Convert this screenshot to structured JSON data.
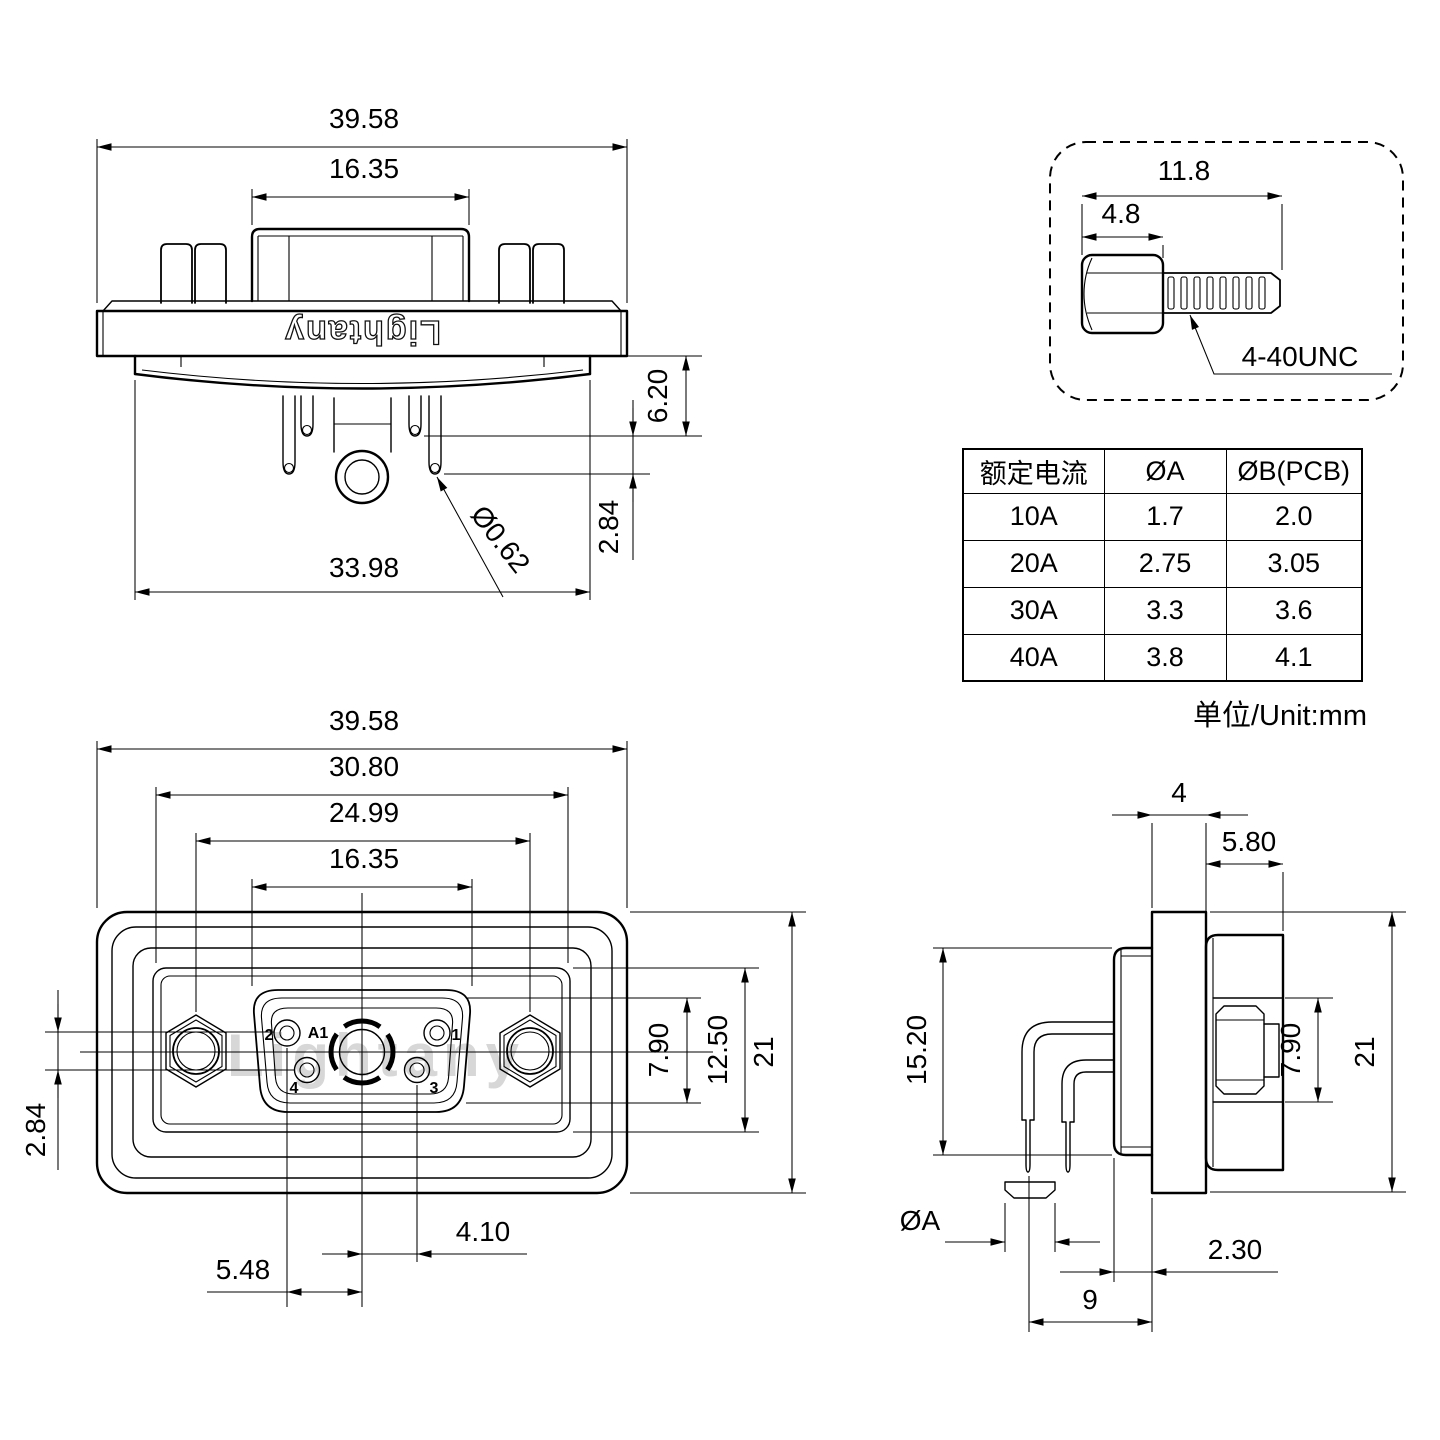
{
  "brand": "Lightany",
  "watermark": "Lightany",
  "top": {
    "w_overall": "39.58",
    "w_shroud": "16.35",
    "h_flange_to_pin": "6.20",
    "h_pin_step": "2.84",
    "w_body": "33.98",
    "pin_dia": "Ø0.62"
  },
  "screw": {
    "len": "11.8",
    "head": "4.8",
    "thread": "4-40UNC"
  },
  "front": {
    "w_overall": "39.58",
    "w_mount": "30.80",
    "w_screws": "24.99",
    "w_shroud": "16.35",
    "row_gap": "2.84",
    "h_insert": "7.90",
    "h_panel": "12.50",
    "h_overall": "21",
    "off_p3": "4.10",
    "off_p2": "5.48",
    "p1": "1",
    "p2": "2",
    "p3": "3",
    "p4": "4",
    "coax": "A1"
  },
  "side": {
    "t_flange": "4",
    "d_body": "5.80",
    "h_pins": "15.20",
    "h_screw": "7.90",
    "h_overall": "21",
    "pin_dia": "ØA",
    "off_row": "2.30",
    "off_pin": "9"
  },
  "table": {
    "headers": [
      "额定电流",
      "ØA",
      "ØB(PCB)"
    ],
    "rows": [
      [
        "10A",
        "1.7",
        "2.0"
      ],
      [
        "20A",
        "2.75",
        "3.05"
      ],
      [
        "30A",
        "3.3",
        "3.6"
      ],
      [
        "40A",
        "3.8",
        "4.1"
      ]
    ],
    "unit_note": "单位/Unit:mm"
  }
}
